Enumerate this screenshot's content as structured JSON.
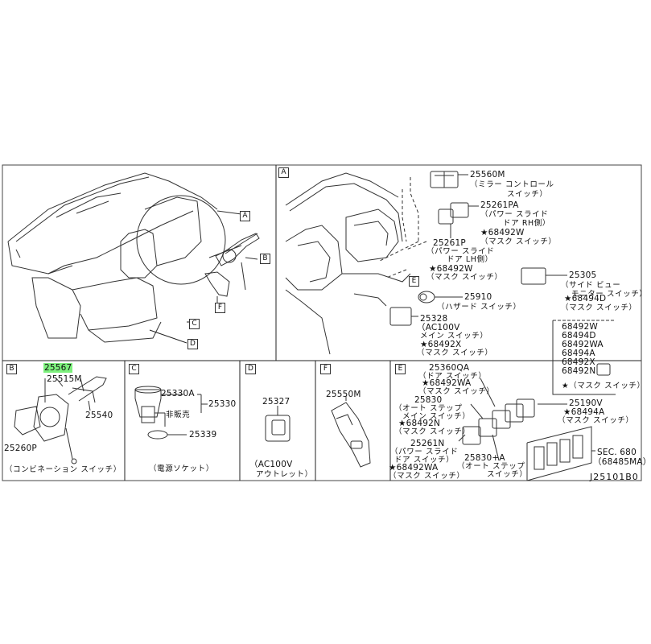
{
  "diagram": {
    "drawing_code": "J25101B0",
    "view_letters": [
      "A",
      "B",
      "C",
      "D",
      "E",
      "F"
    ],
    "callouts": {
      "a": "A",
      "b": "B",
      "c": "C",
      "d": "D",
      "e": "E",
      "f": "F"
    },
    "sectionA": [
      {
        "id": "p25560m",
        "text": "25560M"
      },
      {
        "id": "p25560m_c",
        "text": "（ミラー コントロール"
      },
      {
        "id": "p25560m_c2",
        "text": "スイッチ）"
      },
      {
        "id": "p25261pa",
        "text": "25261PA"
      },
      {
        "id": "p25261pa_c",
        "text": "（パワー スライド"
      },
      {
        "id": "p25261pa_c2",
        "text": "ドア RH側）"
      },
      {
        "id": "p68492w_a",
        "text": "★68492W"
      },
      {
        "id": "p68492w_a_c",
        "text": "（マスク スイッチ）"
      },
      {
        "id": "p25261p",
        "text": "25261P"
      },
      {
        "id": "p25261p_c",
        "text": "（パワー スライド"
      },
      {
        "id": "p25261p_c2",
        "text": "ドア LH側）"
      },
      {
        "id": "p68492w_b",
        "text": "★68492W"
      },
      {
        "id": "p68492w_b_c",
        "text": "（マスク スイッチ）"
      },
      {
        "id": "p25305",
        "text": "25305"
      },
      {
        "id": "p25305_c",
        "text": "（サイド ビュー"
      },
      {
        "id": "p25305_c2",
        "text": "モニター スイッチ）"
      },
      {
        "id": "p68494d",
        "text": "★68494D"
      },
      {
        "id": "p68494d_c",
        "text": "（マスク スイッチ）"
      },
      {
        "id": "p25910",
        "text": "25910"
      },
      {
        "id": "p25910_c",
        "text": "（ハザード スイッチ）"
      },
      {
        "id": "p25328",
        "text": "25328"
      },
      {
        "id": "p25328_c",
        "text": "（AC100V"
      },
      {
        "id": "p25328_c2",
        "text": "メイン スイッチ）"
      },
      {
        "id": "p68492x",
        "text": "★68492X"
      },
      {
        "id": "p68492x_c",
        "text": "（マスク スイッチ）"
      },
      {
        "id": "list1",
        "text": "68492W"
      },
      {
        "id": "list2",
        "text": "68494D"
      },
      {
        "id": "list3",
        "text": "68492WA"
      },
      {
        "id": "list4",
        "text": "68494A"
      },
      {
        "id": "list5",
        "text": "68492X"
      },
      {
        "id": "list6",
        "text": "68492N"
      },
      {
        "id": "list_c",
        "text": "★（マスク スイッチ）"
      }
    ],
    "sectionB": [
      {
        "id": "p25567",
        "text": "25567",
        "highlight": true
      },
      {
        "id": "p25515m",
        "text": "25515M"
      },
      {
        "id": "p25540",
        "text": "25540"
      },
      {
        "id": "p25260p",
        "text": "25260P"
      },
      {
        "id": "b_cap",
        "text": "（コンビネーション スイッチ）"
      }
    ],
    "sectionC": [
      {
        "id": "p25330a",
        "text": "25330A"
      },
      {
        "id": "p25330",
        "text": "25330"
      },
      {
        "id": "hihanbai",
        "text": "非販売"
      },
      {
        "id": "p25339",
        "text": "25339"
      },
      {
        "id": "c_cap",
        "text": "（電源ソケット）"
      }
    ],
    "sectionD": [
      {
        "id": "p25327",
        "text": "25327"
      },
      {
        "id": "d_cap",
        "text": "（AC100V"
      },
      {
        "id": "d_cap2",
        "text": "アウトレット）"
      }
    ],
    "sectionF": [
      {
        "id": "p25550m",
        "text": "25550M"
      }
    ],
    "sectionE": [
      {
        "id": "p25360qa",
        "text": "25360QA"
      },
      {
        "id": "p25360qa_c",
        "text": "（ドア スイッチ）"
      },
      {
        "id": "p68492wa_a",
        "text": "★68492WA"
      },
      {
        "id": "p68492wa_a_c",
        "text": "（マスク スイッチ）"
      },
      {
        "id": "p25830",
        "text": "25830"
      },
      {
        "id": "p25830_c",
        "text": "（オート ステップ"
      },
      {
        "id": "p25830_c2",
        "text": "メイン スイッチ）"
      },
      {
        "id": "p68492n",
        "text": "★68492N"
      },
      {
        "id": "p68492n_c",
        "text": "（マスク スイッチ）"
      },
      {
        "id": "p25261n",
        "text": "25261N"
      },
      {
        "id": "p25261n_c",
        "text": "（パワー スライド"
      },
      {
        "id": "p25261n_c2",
        "text": "ドア スイッチ）"
      },
      {
        "id": "p68492wa_b",
        "text": "★68492WA"
      },
      {
        "id": "p68492wa_b_c",
        "text": "（マスク スイッチ）"
      },
      {
        "id": "p25830a",
        "text": "25830+A"
      },
      {
        "id": "p25830a_c",
        "text": "（オート ステップ"
      },
      {
        "id": "p25830a_c2",
        "text": "スイッチ）"
      },
      {
        "id": "p25190v",
        "text": "25190V"
      },
      {
        "id": "p68494a",
        "text": "★68494A"
      },
      {
        "id": "p68494a_c",
        "text": "（マスク スイッチ）"
      },
      {
        "id": "sec680",
        "text": "SEC. 680"
      },
      {
        "id": "p68485ma",
        "text": "（68485MA）"
      }
    ]
  }
}
